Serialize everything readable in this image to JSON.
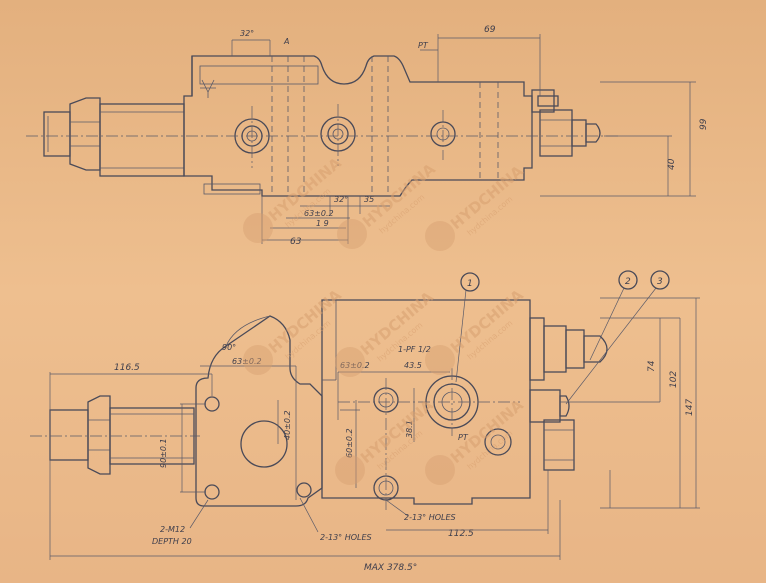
{
  "drawing": {
    "top_view": {
      "labels": {
        "ang_32_top": "32°",
        "a": "A",
        "pt": "PT",
        "d69": "69",
        "d99": "99",
        "d40": "40",
        "ang_32_bot": "32°",
        "d35": "35",
        "d63_0_2": "63±0.2",
        "d1_9": "1 9",
        "d63": "63"
      }
    },
    "bottom_view": {
      "labels": {
        "ang_90": "90°",
        "d116_5": "116.5",
        "d63_left": "63±0.2",
        "d63_mid": "63±0.2",
        "pf": "1-PF 1/2",
        "d43_5": "43.5",
        "d74": "74",
        "d102": "102",
        "d147": "147",
        "d40_v": "40±0.2",
        "d90_v": "90±0.1",
        "d60_v": "60±0.2",
        "d38_1": "38.1",
        "pt": "PT",
        "holes_left": "2-13° HOLES",
        "holes_right": "2-13° HOLES",
        "m12": "2-M12",
        "depth": "DEPTH 20",
        "d112_5": "112.5",
        "total": "MAX 378.5°",
        "balloon_1": "1",
        "balloon_2": "2",
        "balloon_3": "3"
      }
    },
    "watermark": {
      "brand": "HYDCHINA",
      "url": "hydchina.com"
    }
  }
}
